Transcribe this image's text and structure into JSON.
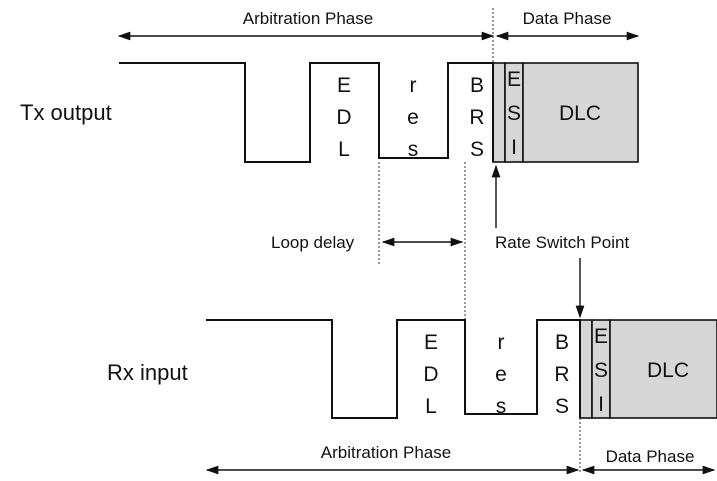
{
  "colors": {
    "data_fill": "#d6d6d6",
    "line": "#111111"
  },
  "tx": {
    "signal_label": "Tx output",
    "arbitration_phase": "Arbitration Phase",
    "data_phase": "Data Phase",
    "bits": {
      "edl": [
        "E",
        "D",
        "L"
      ],
      "res": [
        "r",
        "e",
        "s"
      ],
      "brs": [
        "B",
        "R",
        "S"
      ],
      "esi": [
        "E",
        "S",
        "I"
      ],
      "dlc": "DLC"
    }
  },
  "rx": {
    "signal_label": "Rx input",
    "arbitration_phase": "Arbitration Phase",
    "data_phase": "Data Phase",
    "bits": {
      "edl": [
        "E",
        "D",
        "L"
      ],
      "res": [
        "r",
        "e",
        "s"
      ],
      "brs": [
        "B",
        "R",
        "S"
      ],
      "esi": [
        "E",
        "S",
        "I"
      ],
      "dlc": "DLC"
    }
  },
  "annotations": {
    "loop_delay": "Loop delay",
    "rate_switch_point": "Rate Switch Point"
  }
}
